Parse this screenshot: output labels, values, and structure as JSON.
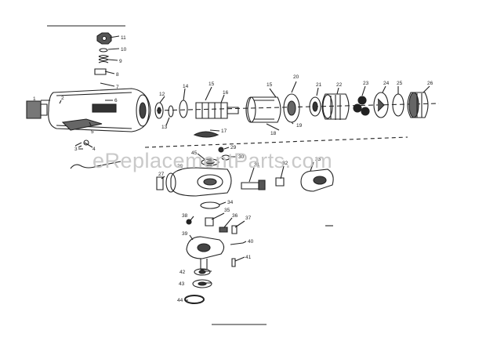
{
  "watermark": "eReplacementParts.com",
  "parts": [
    {
      "id": "p1",
      "label": "1"
    },
    {
      "id": "p2",
      "label": "2"
    },
    {
      "id": "p3",
      "label": "3"
    },
    {
      "id": "p4",
      "label": "4"
    },
    {
      "id": "p5",
      "label": "5"
    },
    {
      "id": "p6",
      "label": "6"
    },
    {
      "id": "p7",
      "label": "7"
    },
    {
      "id": "p8",
      "label": "8"
    },
    {
      "id": "p9",
      "label": "9"
    },
    {
      "id": "p10",
      "label": "10"
    },
    {
      "id": "p11",
      "label": "11"
    },
    {
      "id": "p12",
      "label": "12"
    },
    {
      "id": "p13",
      "label": "13"
    },
    {
      "id": "p14",
      "label": "14"
    },
    {
      "id": "p15",
      "label": "15"
    },
    {
      "id": "p16",
      "label": "16"
    },
    {
      "id": "p15b",
      "label": "15"
    },
    {
      "id": "p17",
      "label": "17"
    },
    {
      "id": "p18",
      "label": "18"
    },
    {
      "id": "p19",
      "label": "19"
    },
    {
      "id": "p20",
      "label": "20"
    },
    {
      "id": "p21",
      "label": "21"
    },
    {
      "id": "p22",
      "label": "22"
    },
    {
      "id": "p23",
      "label": "23"
    },
    {
      "id": "p24",
      "label": "24"
    },
    {
      "id": "p25",
      "label": "25"
    },
    {
      "id": "p26",
      "label": "26"
    },
    {
      "id": "p27",
      "label": "27"
    },
    {
      "id": "p28",
      "label": "28"
    },
    {
      "id": "p29",
      "label": "29"
    },
    {
      "id": "p30",
      "label": "30"
    },
    {
      "id": "p31",
      "label": "31"
    },
    {
      "id": "p32",
      "label": "32"
    },
    {
      "id": "p33",
      "label": "33"
    },
    {
      "id": "p34",
      "label": "34"
    },
    {
      "id": "p35",
      "label": "35"
    },
    {
      "id": "p36",
      "label": "36"
    },
    {
      "id": "p37",
      "label": "37"
    },
    {
      "id": "p38",
      "label": "38"
    },
    {
      "id": "p39",
      "label": "39"
    },
    {
      "id": "p40",
      "label": "40"
    },
    {
      "id": "p41",
      "label": "41"
    },
    {
      "id": "p42",
      "label": "42"
    },
    {
      "id": "p43",
      "label": "43"
    },
    {
      "id": "p44",
      "label": "44"
    },
    {
      "id": "p45",
      "label": "45"
    }
  ],
  "colors": {
    "ink": "#222222",
    "paper": "#ffffff",
    "watermark": "#c9c9c9"
  }
}
